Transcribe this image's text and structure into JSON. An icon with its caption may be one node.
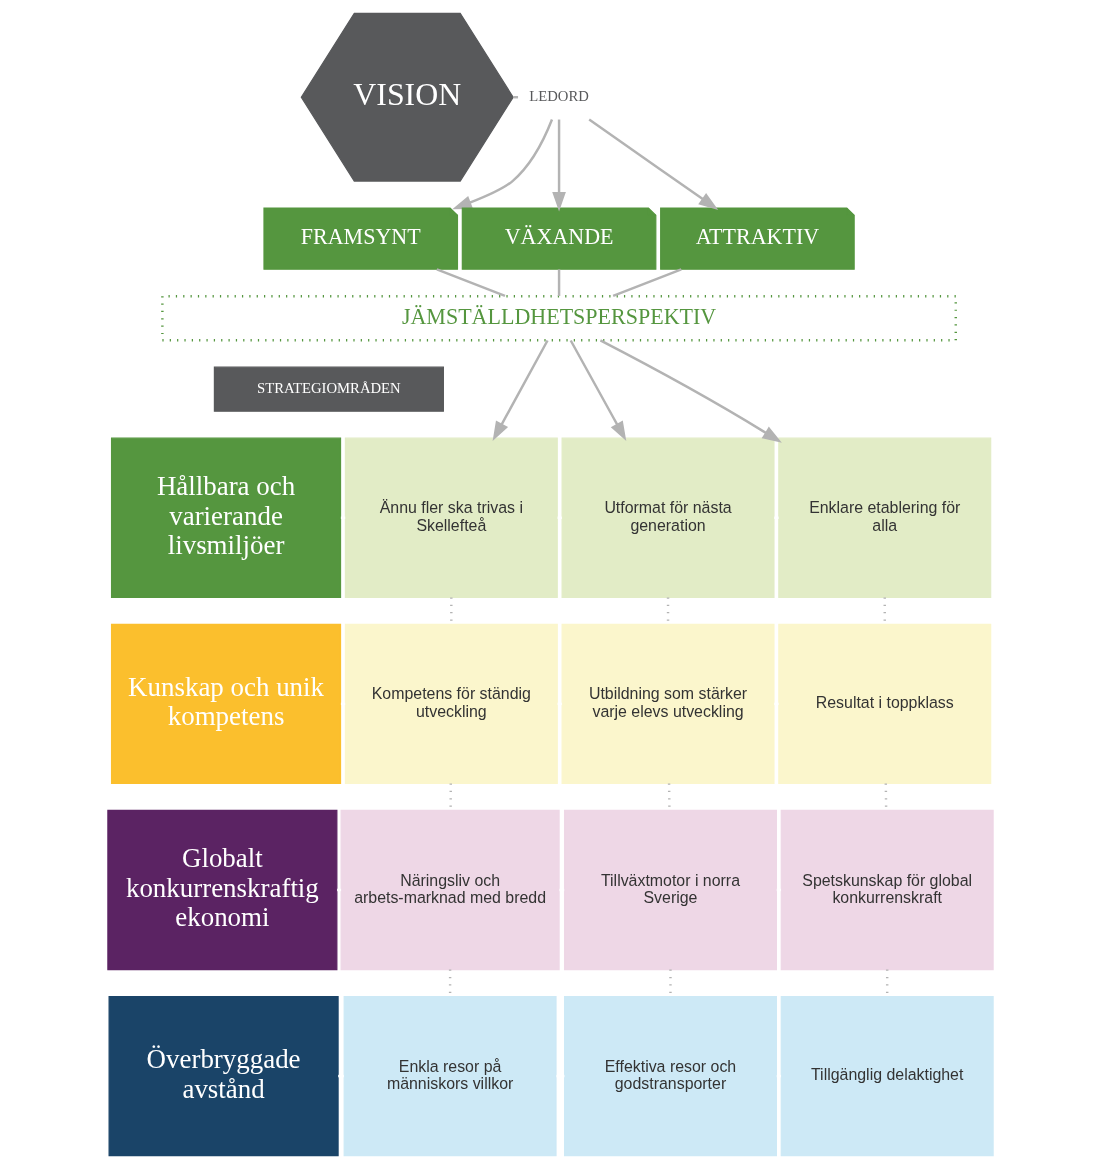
{
  "diagram": {
    "nodes": [
      {
        "text": [
          "VISION"
        ]
      },
      {
        "text": [
          "LEDORD"
        ]
      },
      {
        "text": [
          "FRAMSYNT"
        ]
      },
      {
        "text": [
          "VÄXANDE"
        ]
      },
      {
        "text": [
          "ATTRAKTIV"
        ]
      },
      {
        "text": [
          "JÄMSTÄLLDHETSPERSPEKTIV"
        ]
      },
      {
        "text": [
          "STRATEGIOMRÅDEN"
        ]
      },
      {
        "text": [
          "Hållbara och varierande livsmiljöer"
        ]
      },
      {
        "text": [
          "Ännu fler ska trivas i Skellefteå"
        ]
      },
      {
        "text": [
          "Utformat för nästa generation"
        ]
      },
      {
        "text": [
          "Enklare etablering för alla"
        ]
      },
      {
        "text": [
          "Kunskap och unik kompetens"
        ]
      },
      {
        "text": [
          "Kompetens för ständig utveckling"
        ]
      },
      {
        "text": [
          "Utbildning som stärker varje elevs utveckling"
        ]
      },
      {
        "text": [
          "Resultat i toppklass"
        ]
      },
      {
        "text": [
          "Globalt konkurrenskraftig ekonomi"
        ]
      },
      {
        "text": [
          "Näringsliv och arbets-marknad med bredd"
        ]
      },
      {
        "text": [
          "Tillväxtmotor i norra Sverige"
        ]
      },
      {
        "text": [
          "Spetskunskap för global konkurrenskraft"
        ]
      },
      {
        "text": [
          "Överbryggade avstånd"
        ]
      },
      {
        "text": [
          "Enkla resor på människors villkor"
        ]
      },
      {
        "text": [
          "Effektiva resor och godstransporter"
        ]
      },
      {
        "text": [
          "Tillgänglig delaktighet"
        ]
      }
    ],
    "edges": [
      {
        "from": 0,
        "to": 1,
        "arrow": "none"
      },
      {
        "from": 1,
        "to": 2,
        "arrow": "to"
      },
      {
        "from": 1,
        "to": 3,
        "arrow": "to"
      },
      {
        "from": 1,
        "to": 4,
        "arrow": "to"
      },
      {
        "from": 2,
        "to": 5,
        "arrow": "none"
      },
      {
        "from": 3,
        "to": 5,
        "arrow": "none"
      },
      {
        "from": 4,
        "to": 5,
        "arrow": "none"
      },
      {
        "from": 5,
        "to": 8,
        "arrow": "to"
      },
      {
        "from": 5,
        "to": 9,
        "arrow": "to"
      },
      {
        "from": 5,
        "to": 10,
        "arrow": "to"
      },
      {
        "from": 7,
        "to": 8,
        "arrow": "none",
        "color": "#ffffff"
      },
      {
        "from": 8,
        "to": 9,
        "arrow": "none",
        "color": "#ffffff"
      },
      {
        "from": 9,
        "to": 10,
        "arrow": "none",
        "color": "#ffffff"
      },
      {
        "from": 11,
        "to": 12,
        "arrow": "none",
        "color": "#ffffff"
      },
      {
        "from": 12,
        "to": 13,
        "arrow": "none",
        "color": "#ffffff"
      },
      {
        "from": 13,
        "to": 14,
        "arrow": "none",
        "color": "#ffffff"
      },
      {
        "from": 15,
        "to": 16,
        "arrow": "none",
        "color": "#ffffff"
      },
      {
        "from": 16,
        "to": 17,
        "arrow": "none",
        "color": "#ffffff"
      },
      {
        "from": 17,
        "to": 18,
        "arrow": "none",
        "color": "#ffffff"
      },
      {
        "from": 19,
        "to": 20,
        "arrow": "none",
        "color": "#ffffff"
      },
      {
        "from": 20,
        "to": 21,
        "arrow": "none",
        "color": "#ffffff"
      },
      {
        "from": 21,
        "to": 22,
        "arrow": "none",
        "color": "#ffffff"
      },
      {
        "from": 8,
        "to": 12,
        "arrow": "none",
        "style": "dashed"
      },
      {
        "from": 12,
        "to": 16,
        "arrow": "none",
        "style": "dashed"
      },
      {
        "from": 16,
        "to": 20,
        "arrow": "none",
        "style": "dashed"
      },
      {
        "from": 9,
        "to": 13,
        "arrow": "none",
        "style": "dashed"
      },
      {
        "from": 13,
        "to": 17,
        "arrow": "none",
        "style": "dashed"
      },
      {
        "from": 17,
        "to": 21,
        "arrow": "none",
        "style": "dashed"
      },
      {
        "from": 10,
        "to": 14,
        "arrow": "none",
        "style": "dashed"
      },
      {
        "from": 14,
        "to": 18,
        "arrow": "none",
        "style": "dashed"
      },
      {
        "from": 18,
        "to": 22,
        "arrow": "none",
        "style": "dashed"
      }
    ]
  }
}
